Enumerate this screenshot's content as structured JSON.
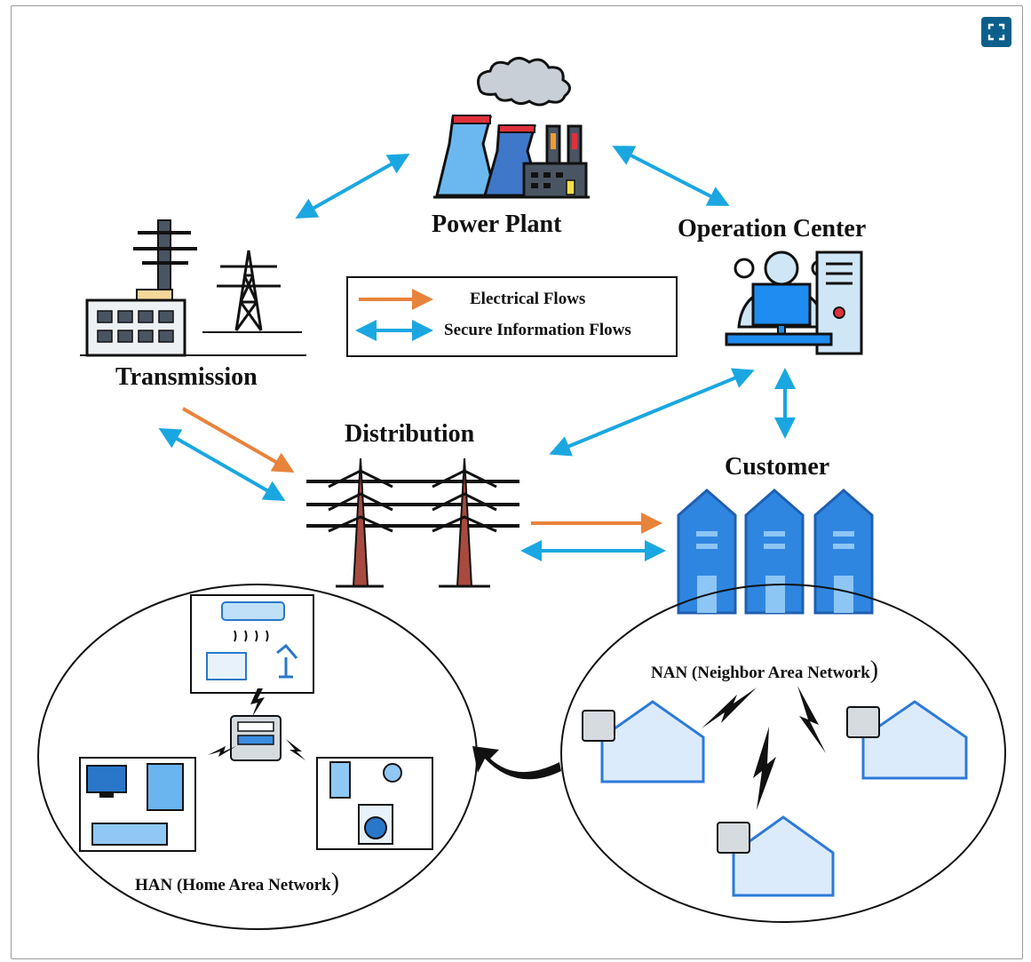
{
  "nodes": {
    "power_plant": "Power Plant",
    "operation_center": "Operation Center",
    "transmission": "Transmission",
    "distribution": "Distribution",
    "customer": "Customer"
  },
  "legend": {
    "electrical": "Electrical Flows",
    "secure": "Secure Information Flows"
  },
  "networks": {
    "nan": "NAN (Neighbor Area Network",
    "han": "HAN (Home Area Network"
  },
  "colors": {
    "electrical_arrow": "#e8833a",
    "information_arrow": "#1aa7e1",
    "building_blue": "#2f86e0",
    "house_blue": "#2d7ad8",
    "button_bg": "#0b5f8a"
  },
  "icons": {
    "expand": "expand-icon",
    "power_plant": "factory-icon",
    "operation_center": "operator-computer-icon",
    "transmission": "substation-tower-icon",
    "distribution": "utility-poles-icon",
    "customer": "buildings-icon"
  }
}
